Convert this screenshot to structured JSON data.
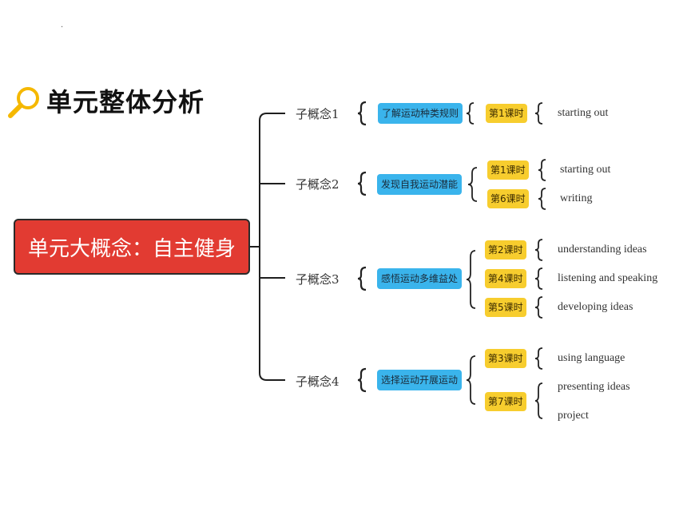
{
  "header": {
    "dot": ".",
    "title": "单元整体分析",
    "icon": "magnifier-icon"
  },
  "root": {
    "label": "单元大概念：自主健身"
  },
  "concepts": [
    {
      "label": "子概念1",
      "theme": "了解运动种类规则",
      "lessons": [
        {
          "label": "第1课时",
          "leaves": [
            "starting out"
          ]
        }
      ]
    },
    {
      "label": "子概念2",
      "theme": "发现自我运动潜能",
      "lessons": [
        {
          "label": "第1课时",
          "leaves": [
            "starting out"
          ]
        },
        {
          "label": "第6课时",
          "leaves": [
            "writing"
          ]
        }
      ]
    },
    {
      "label": "子概念3",
      "theme": "感悟运动多维益处",
      "lessons": [
        {
          "label": "第2课时",
          "leaves": [
            "understanding ideas"
          ]
        },
        {
          "label": "第4课时",
          "leaves": [
            "listening and speaking"
          ]
        },
        {
          "label": "第5课时",
          "leaves": [
            "developing ideas"
          ]
        }
      ]
    },
    {
      "label": "子概念4",
      "theme": "选择运动开展运动",
      "lessons": [
        {
          "label": "第3课时",
          "leaves": [
            "using language"
          ]
        },
        {
          "label": "第7课时",
          "leaves": [
            "presenting ideas",
            "project"
          ]
        }
      ]
    }
  ],
  "colors": {
    "root": "#e23b32",
    "theme": "#3ab4ec",
    "lesson": "#f7cd2e",
    "line": "#1e1e1e"
  }
}
